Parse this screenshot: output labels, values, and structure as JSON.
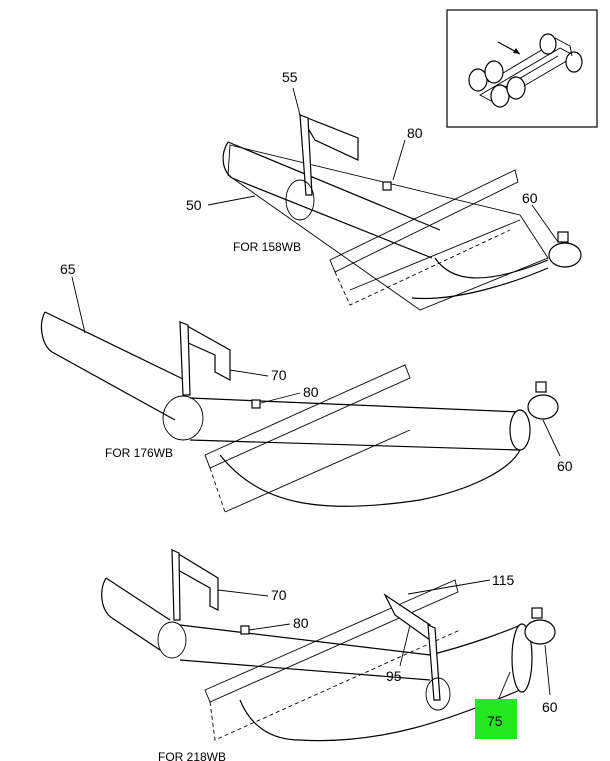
{
  "colors": {
    "highlight": "#22e81c",
    "ink": "#000000",
    "background": "#ffffff"
  },
  "labels": {
    "p55": "55",
    "p80a": "80",
    "p50": "50",
    "p60a": "60",
    "p65": "65",
    "p70a": "70",
    "p80b": "80",
    "p60b": "60",
    "p115": "115",
    "p70b": "70",
    "p80c": "80",
    "p95": "95",
    "p60c": "60",
    "p75": "75"
  },
  "captions": {
    "wb158": "FOR 158WB",
    "wb176": "FOR 176WB",
    "wb218": "FOR 218WB"
  }
}
